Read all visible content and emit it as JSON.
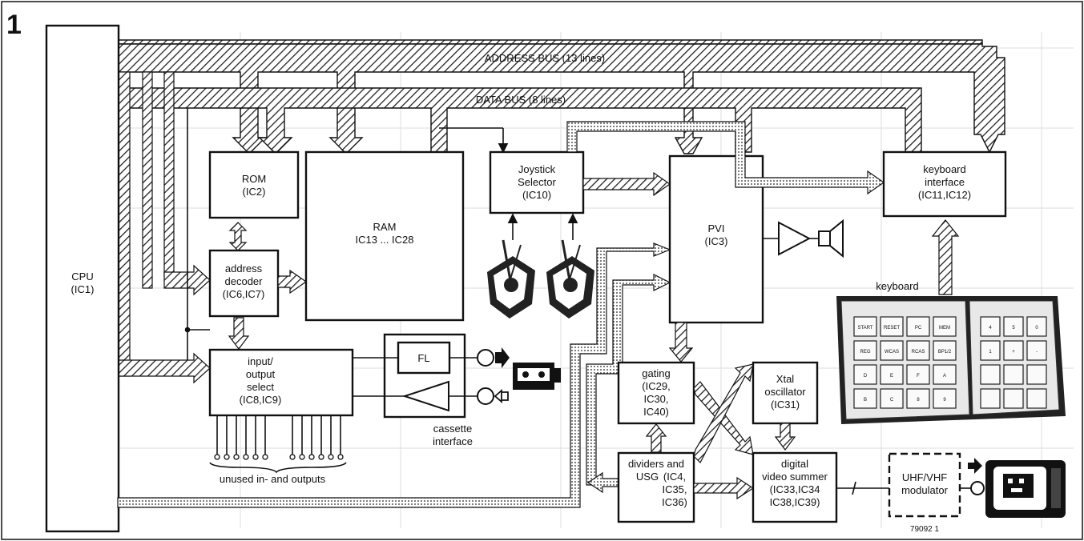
{
  "figure_number": "1",
  "buses": {
    "address": "ADDRESS BUS (13 lines)",
    "data": "DATA BUS (8 lines)"
  },
  "blocks": {
    "cpu": [
      "CPU",
      "(IC1)"
    ],
    "rom": [
      "ROM",
      "(IC2)"
    ],
    "ram": [
      "RAM",
      "IC13 ... IC28"
    ],
    "address_decoder": [
      "address",
      "decoder",
      "(IC6,IC7)"
    ],
    "io_select": [
      "input/",
      "output",
      "select",
      "(IC8,IC9)"
    ],
    "joystick_selector": [
      "Joystick",
      "Selector",
      "(IC10)"
    ],
    "pvi": [
      "PVI",
      "(IC3)"
    ],
    "keyboard_interface": [
      "keyboard",
      "interface",
      "(IC11,IC12)"
    ],
    "filter": "FL",
    "cassette_interface": [
      "cassette",
      "interface"
    ],
    "gating": [
      "gating",
      "(IC29,",
      "IC30,",
      "IC40)"
    ],
    "xtal_oscillator": [
      "Xtal",
      "oscillator",
      "(IC31)"
    ],
    "dividers_usg": [
      "dividers and",
      "USG",
      "(IC4,",
      "IC35,",
      "IC36)"
    ],
    "video_summer": [
      "digital",
      "video summer",
      "(IC33,IC34",
      "IC38,IC39)"
    ],
    "modulator": [
      "UHF/VHF",
      "modulator"
    ]
  },
  "labels": {
    "unused_io": "unused in- and outputs",
    "keyboard": "keyboard",
    "code": "79092 1"
  },
  "keyboard_keys": [
    "START",
    "RESET",
    "PC",
    "MEM",
    "REG",
    "WCAS",
    "RCAS",
    "BP1/2",
    "D",
    "E",
    "F",
    "A",
    "B",
    "C",
    "8",
    "9",
    "4",
    "5",
    "0",
    "1",
    "+",
    "-"
  ]
}
